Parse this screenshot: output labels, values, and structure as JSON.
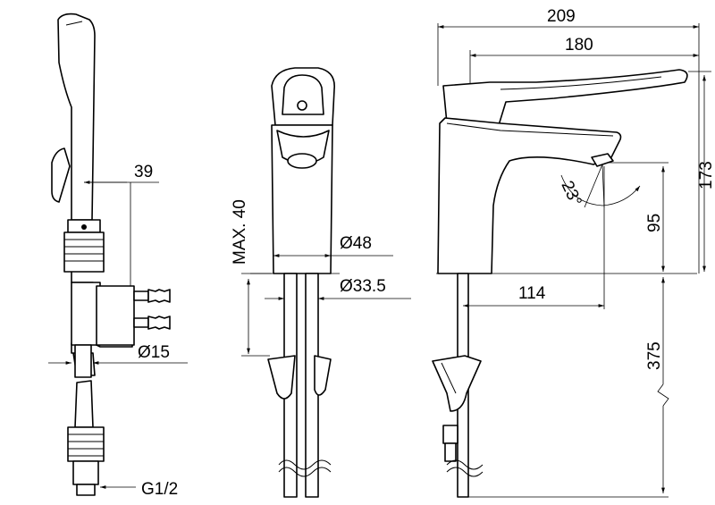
{
  "dimensions": {
    "width_overall": "209",
    "reach_lever": "180",
    "height_total": "173",
    "spout_height": "95",
    "spout_reach": "114",
    "below_deck": "375",
    "max_thickness": "MAX. 40",
    "body_diameter": "Ø48",
    "hole_diameter": "Ø33.5",
    "hose_diameter": "Ø15",
    "side_offset": "39",
    "connection_thread": "G1/2",
    "spray_angle": "23°"
  },
  "colors": {
    "line": "#000000",
    "background": "#ffffff"
  }
}
